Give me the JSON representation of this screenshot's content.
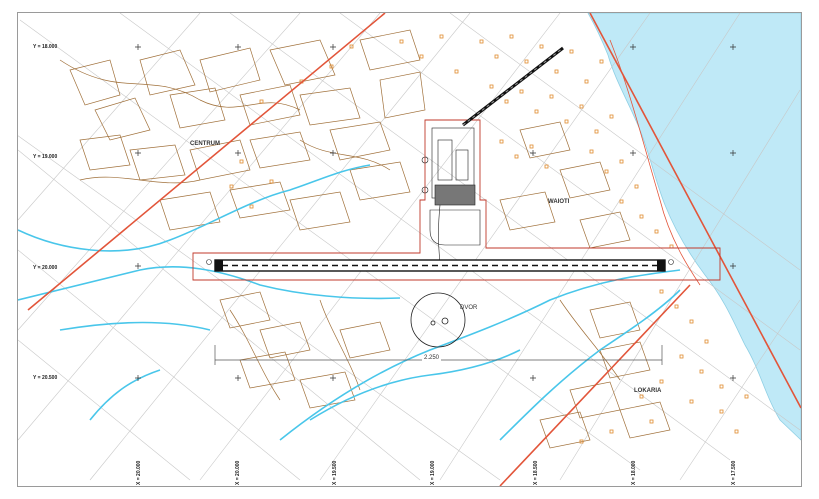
{
  "map": {
    "grid_y_labels": [
      "Y = 18.000",
      "Y = 19.000",
      "Y = 20.000",
      "Y = 20.500"
    ],
    "grid_x_labels": [
      "X = 20.000",
      "X = 20.000",
      "X = 19.500",
      "X = 19.000",
      "X = 18.500",
      "X = 18.000",
      "X = 17.500"
    ],
    "place_labels": {
      "centrum": "CENTRUM",
      "waioti": "WAIOTI",
      "dvor": "DVOR",
      "lokaria": "LOKARIA"
    },
    "runway_distance": "2.250",
    "colors": {
      "sea": "#bfe9f7",
      "river": "#49c6ea",
      "buildings": "#e08a2c",
      "parcels": "#a0703a",
      "roads": "#e2553a",
      "grid": "#bdbdbd",
      "airport_boundary": "#c0392b"
    }
  }
}
